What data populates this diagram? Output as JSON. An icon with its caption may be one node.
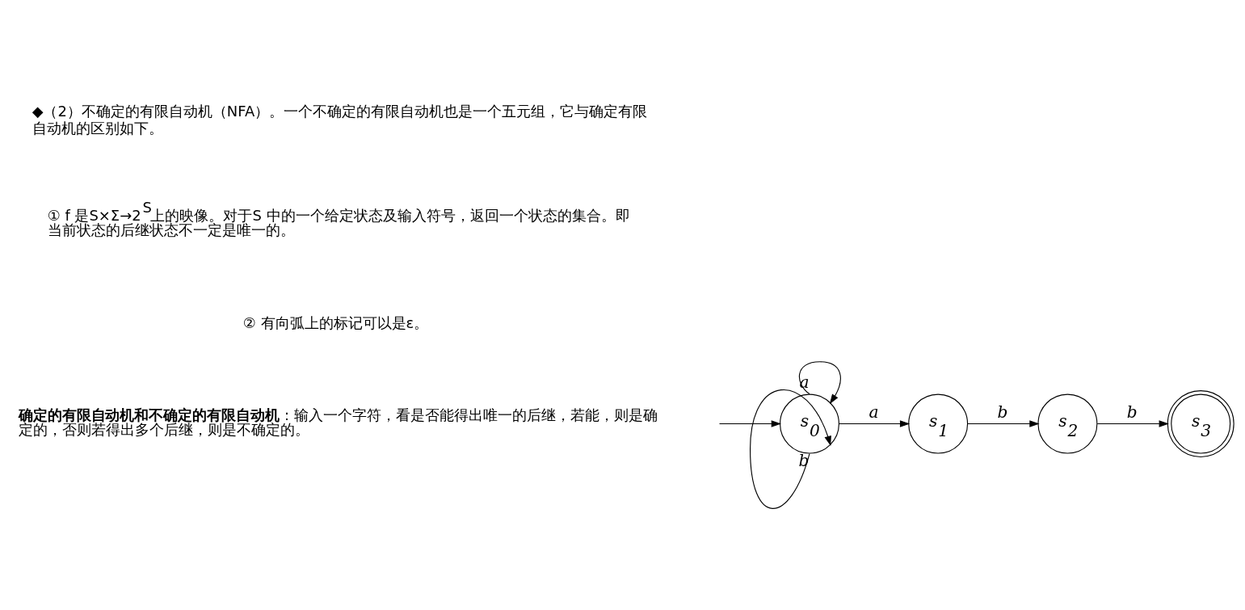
{
  "diagram": {
    "nodes": [
      {
        "text": [
          "s$_{0}$"
        ]
      },
      {
        "text": [
          "s$_{1}$"
        ]
      },
      {
        "text": [
          "s$_{2}$"
        ]
      },
      {
        "text": [
          "s$_{3}$"
        ]
      }
    ],
    "edges": [
      {
        "from": null,
        "to": 0,
        "arrow": "to"
      },
      {
        "from": 0,
        "to": 0,
        "arrow": "to",
        "label": "a"
      },
      {
        "from": 0,
        "to": 0,
        "arrow": "to",
        "label": "b"
      },
      {
        "from": 0,
        "to": 1,
        "arrow": "to",
        "label": "a"
      },
      {
        "from": 1,
        "to": 2,
        "arrow": "to",
        "label": "b"
      },
      {
        "from": 2,
        "to": 3,
        "arrow": "to",
        "label": "b"
      }
    ],
    "labels": [
      "◆（2）不确定的有限自动机（NFA）。一个不确定的有限自动机也是一个五元组，它与确定有限自动机的区别如下。",
      "① f 是S×Σ→2$^{S}$上的映像。对于S 中的一个给定状态及输入符号，返回一个状态的集合。即当前状态的后继状态不一定是唯一的。",
      "② 有向弧上的标记可以是ε。",
      "**确定的有限自动机和不确定的有限自动机**：输入一个字符，看是否能得出唯一的后继，若能，则是确定的，否则若得出多个后继，则是不确定的。"
    ]
  }
}
